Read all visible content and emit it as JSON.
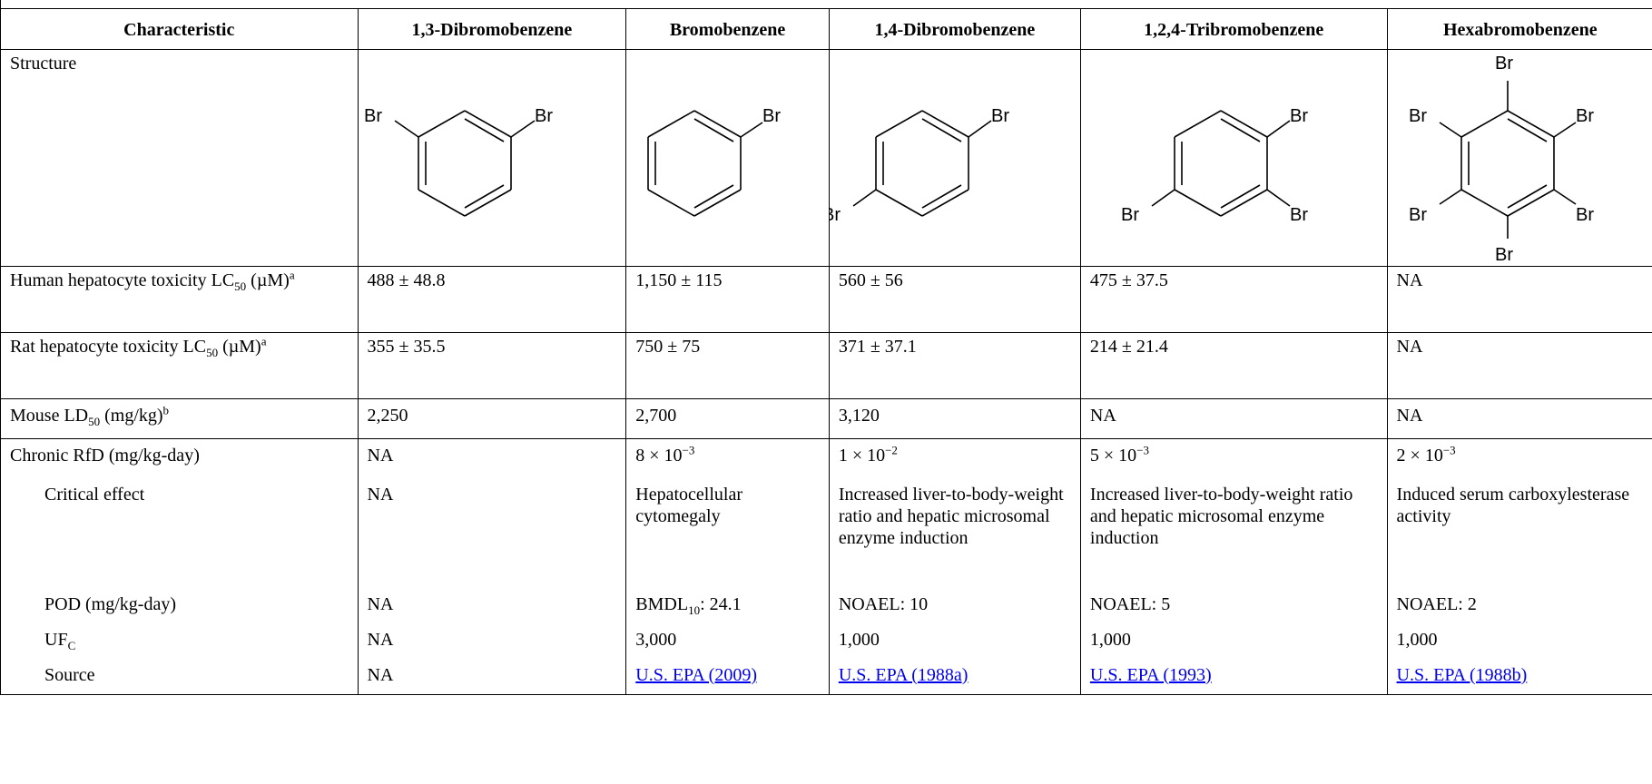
{
  "headers": [
    "Characteristic",
    "1,3-Dibromobenzene",
    "Bromobenzene",
    "1,4-Dibromobenzene",
    "1,2,4-Tribromobenzene",
    "Hexabromobenzene"
  ],
  "structure_label": "Structure",
  "atom_label": "Br",
  "rows": {
    "human": {
      "label_pre": "Human hepatocyte toxicity LC",
      "label_sub": "50",
      "label_post": " (µM)",
      "label_sup": "a",
      "values": [
        "488 ± 48.8",
        "1,150 ± 115",
        "560 ± 56",
        "475 ± 37.5",
        "NA"
      ]
    },
    "rat": {
      "label_pre": "Rat hepatocyte toxicity LC",
      "label_sub": "50",
      "label_post": " (µM)",
      "label_sup": "a",
      "values": [
        "355 ± 35.5",
        "750 ± 75",
        "371 ± 37.1",
        "214 ± 21.4",
        "NA"
      ]
    },
    "mouse": {
      "label_pre": "Mouse LD",
      "label_sub": "50",
      "label_post": " (mg/kg)",
      "label_sup": "b",
      "values": [
        "2,250",
        "2,700",
        "3,120",
        "NA",
        "NA"
      ]
    },
    "chronic": {
      "label": "Chronic RfD (mg/kg-day)",
      "values": [
        {
          "base": "NA",
          "exp": ""
        },
        {
          "base": "8 × 10",
          "exp": "−3"
        },
        {
          "base": "1 × 10",
          "exp": "−2"
        },
        {
          "base": "5 × 10",
          "exp": "−3"
        },
        {
          "base": "2 × 10",
          "exp": "−3"
        }
      ]
    },
    "critical": {
      "label": "Critical effect",
      "values": [
        "NA",
        "Hepatocellular cytomegaly",
        "Increased liver-to-body-weight ratio and hepatic microsomal enzyme induction",
        "Increased liver-to-body-weight ratio and hepatic microsomal enzyme induction",
        "Induced serum carboxylesterase activity"
      ]
    },
    "pod": {
      "label": "POD (mg/kg-day)",
      "values": [
        {
          "pre": "NA",
          "sub": "",
          "post": ""
        },
        {
          "pre": "BMDL",
          "sub": "10",
          "post": ": 24.1"
        },
        {
          "pre": "NOAEL: 10",
          "sub": "",
          "post": ""
        },
        {
          "pre": "NOAEL: 5",
          "sub": "",
          "post": ""
        },
        {
          "pre": "NOAEL: 2",
          "sub": "",
          "post": ""
        }
      ]
    },
    "ufc": {
      "label_pre": "UF",
      "label_sub": "C",
      "values": [
        "NA",
        "3,000",
        "1,000",
        "1,000",
        "1,000"
      ]
    },
    "source": {
      "label": "Source",
      "values": [
        "NA",
        "U.S. EPA (2009)",
        "U.S. EPA (1988a)",
        "U.S. EPA (1993)",
        "U.S. EPA (1988b)"
      ]
    }
  }
}
